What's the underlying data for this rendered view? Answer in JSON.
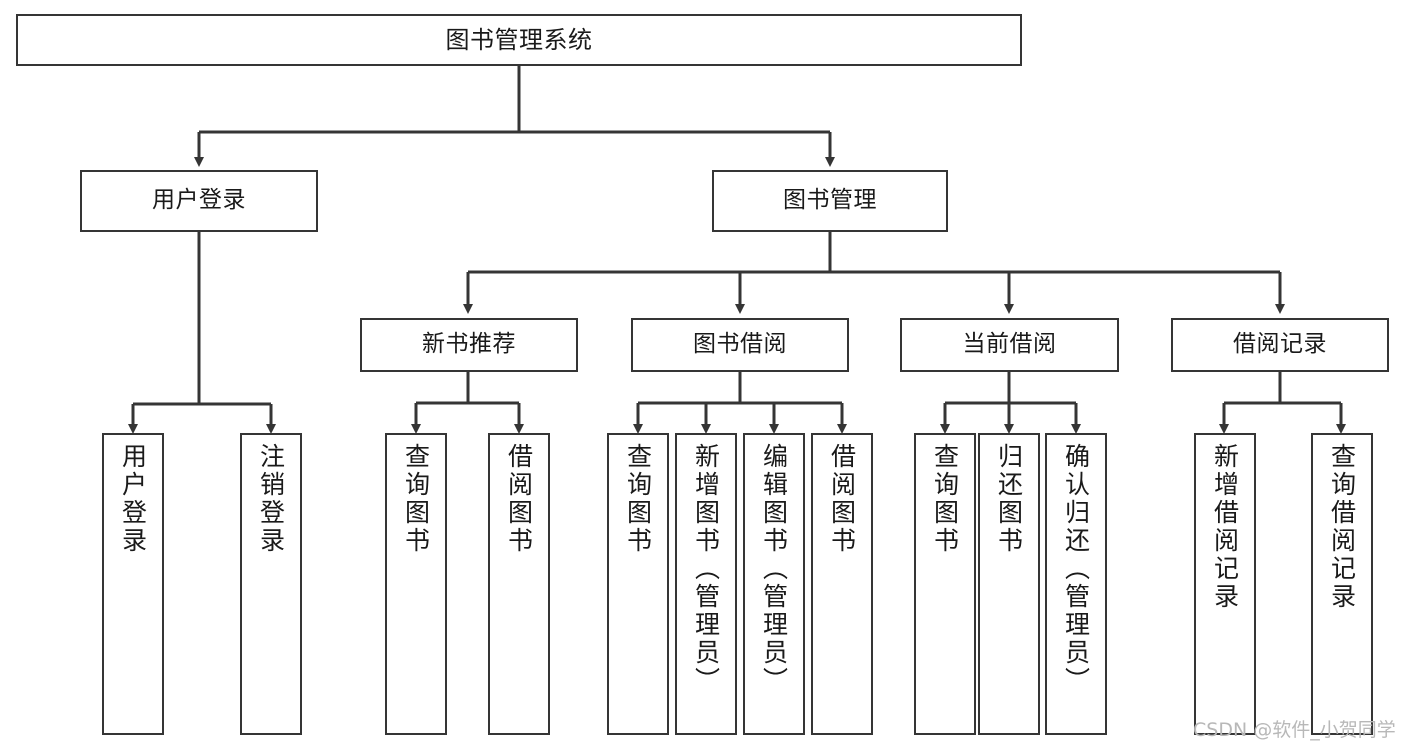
{
  "diagram": {
    "title": "图书管理系统",
    "type": "tree",
    "stroke_color": "#353535",
    "fill_color": "#ffffff",
    "text_color": "#1a1a1a"
  },
  "nodes": {
    "root": {
      "label": "图书管理系统"
    },
    "level1": [
      {
        "id": "user-login",
        "label": "用户登录"
      },
      {
        "id": "book-management",
        "label": "图书管理"
      }
    ],
    "level2": [
      {
        "id": "new-book-recommend",
        "label": "新书推荐"
      },
      {
        "id": "book-borrow",
        "label": "图书借阅"
      },
      {
        "id": "current-borrow",
        "label": "当前借阅"
      },
      {
        "id": "borrow-record",
        "label": "借阅记录"
      }
    ],
    "leaves": {
      "user_login": [
        {
          "id": "leaf-user-login",
          "label": "用户登录"
        },
        {
          "id": "leaf-logout-login",
          "label": "注销登录"
        }
      ],
      "new_book_recommend": [
        {
          "id": "leaf-query-book-1",
          "label": "查询图书"
        },
        {
          "id": "leaf-borrow-book-1",
          "label": "借阅图书"
        }
      ],
      "book_borrow": [
        {
          "id": "leaf-query-book-2",
          "label": "查询图书"
        },
        {
          "id": "leaf-add-book",
          "label": "新增图书（管理员）"
        },
        {
          "id": "leaf-edit-book",
          "label": "编辑图书（管理员）"
        },
        {
          "id": "leaf-borrow-book-2",
          "label": "借阅图书"
        }
      ],
      "current_borrow": [
        {
          "id": "leaf-query-book-3",
          "label": "查询图书"
        },
        {
          "id": "leaf-return-book",
          "label": "归还图书"
        },
        {
          "id": "leaf-confirm-return",
          "label": "确认归还（管理员）"
        }
      ],
      "borrow_record": [
        {
          "id": "leaf-add-record",
          "label": "新增借阅记录"
        },
        {
          "id": "leaf-query-record",
          "label": "查询借阅记录"
        }
      ]
    }
  },
  "watermark": {
    "text": "CSDN @软件_小贺同学"
  }
}
